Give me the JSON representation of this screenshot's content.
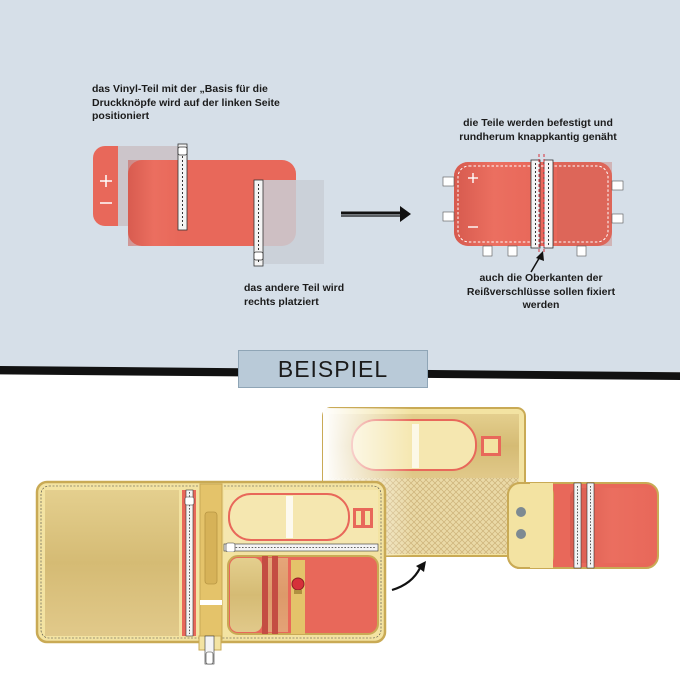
{
  "labels": {
    "vinyl_part": "das Vinyl-Teil mit der „Basis für die Druckknöpfe wird auf der linken Seite positioniert",
    "other_part": "das andere Teil wird rechts platziert",
    "attached": "die Teile werden befestigt und rundherum knappkantig genäht",
    "zipper_edges": "auch die Oberkanten der Reißverschlüsse sollen fixiert werden"
  },
  "banner": {
    "title": "BEISPIEL"
  },
  "colors": {
    "background_top": "#d6dfe8",
    "coral": "#e8685a",
    "coral_dark": "#c44d43",
    "vinyl": "#c9cfd6",
    "cream": "#f3e3a2",
    "tan": "#d9bf78",
    "gold": "#e4c36a",
    "banner": "#b9cad8"
  },
  "icons": {
    "step_arrow": "long-right-arrow",
    "curved_arrow": "curved-arrow",
    "pointer_arrow": "pointer-arrow"
  }
}
